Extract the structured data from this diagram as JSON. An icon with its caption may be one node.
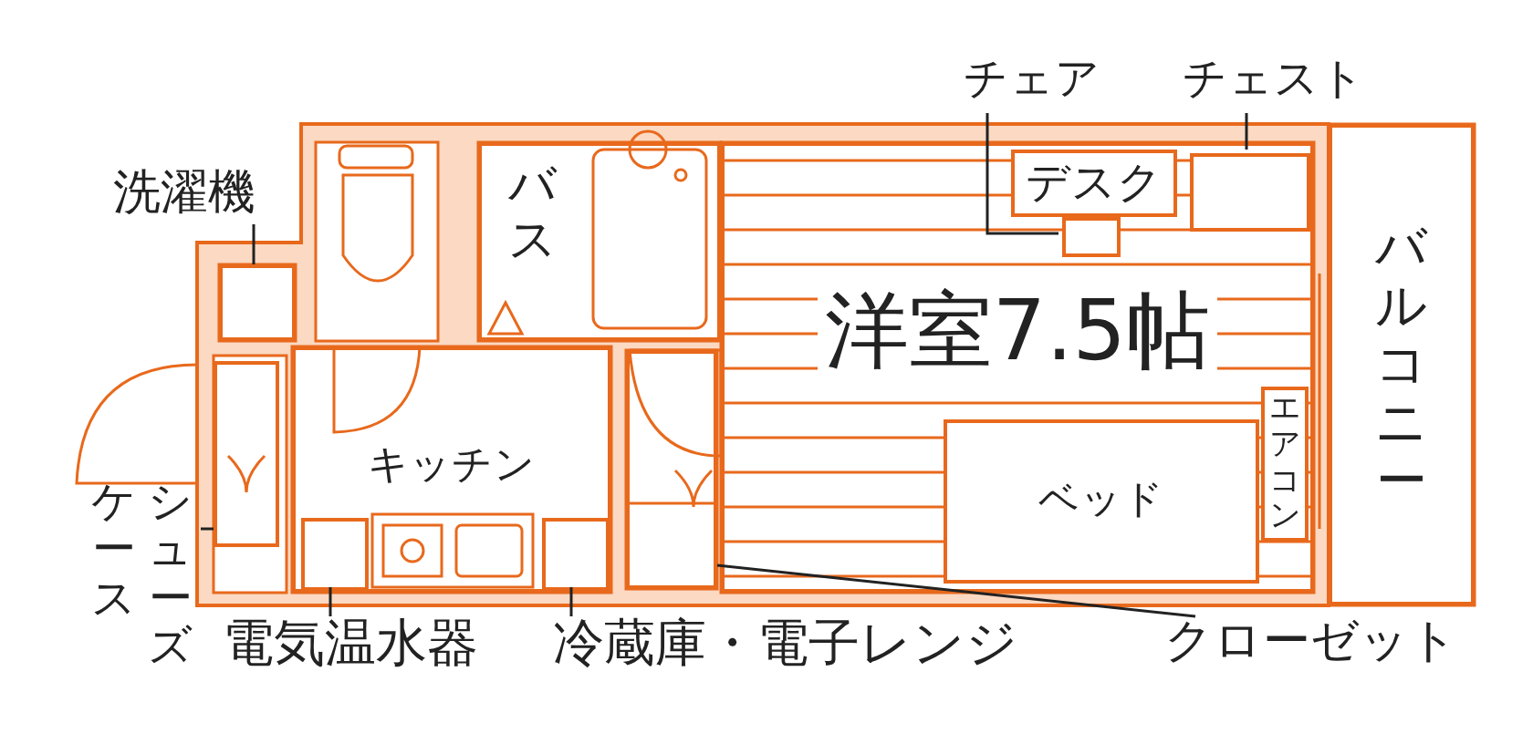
{
  "diagram": {
    "nodes": [
      {
        "text": [
          "チェア"
        ]
      },
      {
        "text": [
          "チェスト"
        ]
      },
      {
        "text": [
          "洗濯機"
        ]
      },
      {
        "text": [
          "バス"
        ]
      },
      {
        "text": [
          "洋室7.5帖"
        ]
      },
      {
        "text": [
          "デスク"
        ],
        "in": 4
      },
      {
        "text": [],
        "shape": "box",
        "in": 4
      },
      {
        "text": [],
        "shape": "box",
        "in": 4
      },
      {
        "text": [],
        "shape": "box"
      },
      {
        "text": [
          "バルコニー"
        ]
      },
      {
        "text": [
          "エアコン"
        ],
        "in": 4
      },
      {
        "text": [
          "キッチン"
        ]
      },
      {
        "text": [
          "シューズケース"
        ]
      },
      {
        "text": [],
        "shape": "box"
      },
      {
        "text": [
          "ベッド"
        ],
        "in": 4
      },
      {
        "text": [],
        "shape": "box",
        "in": 11
      },
      {
        "text": [],
        "shape": "box",
        "in": 11
      },
      {
        "text": [],
        "shape": "box"
      },
      {
        "text": [
          "電気温水器"
        ]
      },
      {
        "text": [
          "冷蔵庫・電子レンジ"
        ]
      },
      {
        "text": [
          "クローゼット"
        ]
      }
    ],
    "edges": [
      {
        "from": 0,
        "to": 6,
        "arrow": "none"
      },
      {
        "from": 1,
        "to": 7,
        "arrow": "none"
      },
      {
        "from": 2,
        "to": 8,
        "arrow": "none"
      },
      {
        "from": 12,
        "to": 13,
        "arrow": "none"
      },
      {
        "from": 18,
        "to": 15,
        "arrow": "none"
      },
      {
        "from": 19,
        "to": 16,
        "arrow": "none"
      },
      {
        "from": 20,
        "to": 17,
        "arrow": "none"
      }
    ]
  }
}
